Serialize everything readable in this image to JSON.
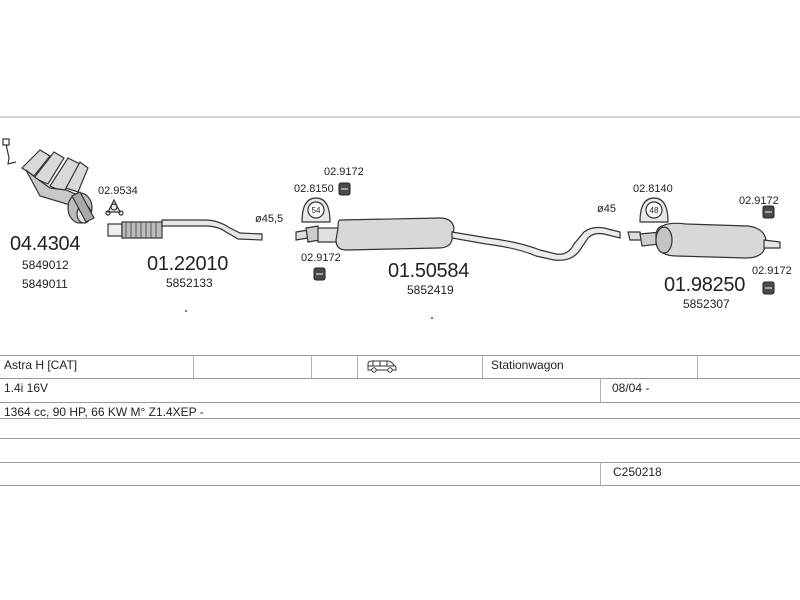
{
  "diagram": {
    "parts": [
      {
        "id": "manifold",
        "number": "04.4304",
        "refs": [
          "5849012",
          "5849011"
        ]
      },
      {
        "id": "front_pipe",
        "number": "01.22010",
        "refs": [
          "5852133"
        ]
      },
      {
        "id": "center_silencer",
        "number": "01.50584",
        "refs": [
          "5852419"
        ]
      },
      {
        "id": "rear_silencer",
        "number": "01.98250",
        "refs": [
          "5852307"
        ]
      }
    ],
    "accessories": {
      "gasket": "02.9534",
      "clamp_front": "02.8150",
      "clamp_front_badge": "54",
      "hanger_center_top": "02.9172",
      "hanger_center_bottom": "02.9172",
      "clamp_rear": "02.8140",
      "clamp_rear_badge": "48",
      "hanger_rear_top": "02.9172",
      "hanger_rear_bottom": "02.9172"
    },
    "diameters": {
      "front": "ø45,5",
      "rear": "ø45"
    }
  },
  "table": {
    "model": "Astra H  [CAT]",
    "body": "Stationwagon",
    "engine": "1.4i 16V",
    "date": "08/04 -",
    "spec": "1364 cc, 90 HP, 66 KW M° Z1.4XEP -",
    "code": "C250218",
    "van_icon": "van-icon"
  }
}
